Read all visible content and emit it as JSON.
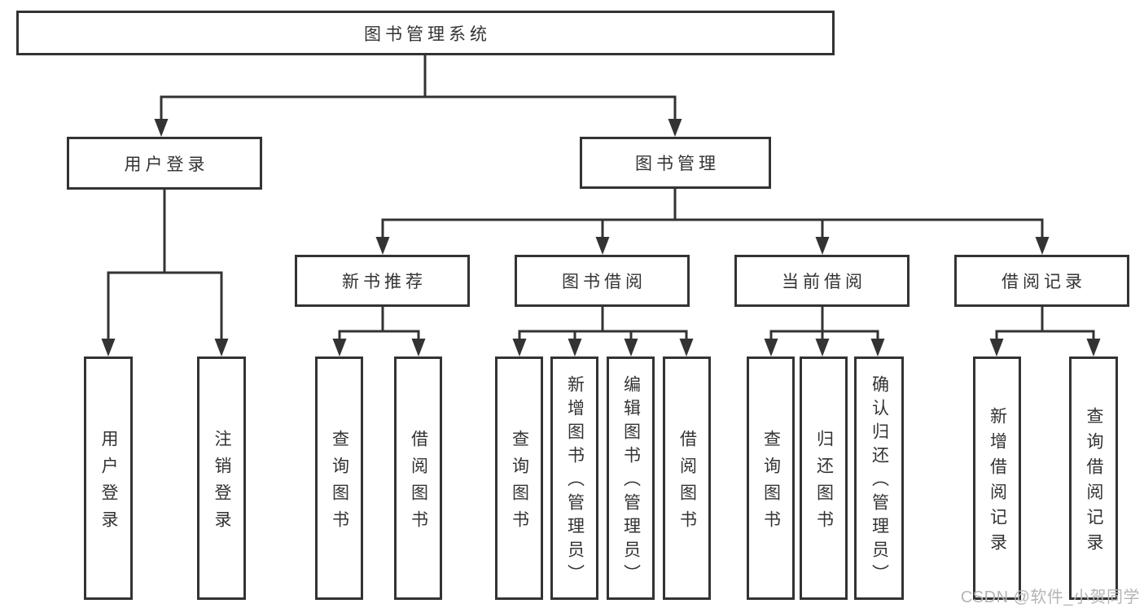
{
  "diagram": {
    "title": "图书管理系统",
    "level2": [
      {
        "label": "用户登录"
      },
      {
        "label": "图书管理"
      }
    ],
    "level3": [
      {
        "label": "新书推荐"
      },
      {
        "label": "图书借阅"
      },
      {
        "label": "当前借阅"
      },
      {
        "label": "借阅记录"
      }
    ],
    "leaves": {
      "user_login": [
        "用户登录",
        "注销登录"
      ],
      "new_book": [
        "查询图书",
        "借阅图书"
      ],
      "book_borrow": [
        "查询图书",
        "新增图书（管理员）",
        "编辑图书（管理员）",
        "借阅图书"
      ],
      "current_borrow": [
        "查询图书",
        "归还图书",
        "确认归还（管理员）"
      ],
      "borrow_record": [
        "新增借阅记录",
        "查询借阅记录"
      ]
    },
    "watermark": "CSDN @软件_小贺同学",
    "colors": {
      "line": "#333333",
      "text": "#333333",
      "watermark": "#b5b5b5",
      "background": "#ffffff"
    }
  }
}
